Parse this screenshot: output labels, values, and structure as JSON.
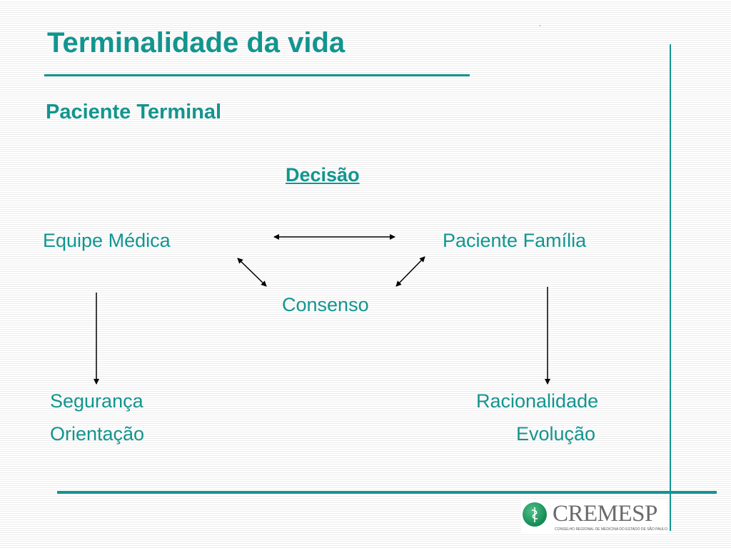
{
  "slide": {
    "title": "Terminalidade da vida",
    "subtitle": "Paciente Terminal",
    "decision_heading": "Decisão",
    "left_party": "Equipe Médica",
    "right_party": "Paciente Família",
    "center_outcome": "Consenso",
    "left_outcomes": [
      "Segurança",
      "Orientação"
    ],
    "right_outcomes": [
      "Racionalidade",
      "Evolução"
    ]
  },
  "logo": {
    "name": "CREMESP",
    "tagline": "CONSELHO REGIONAL DE MEDICINA DO ESTADO DE SÃO PAULO",
    "emblem_icon": "caduceus-icon"
  },
  "colors": {
    "accent": "#12958f",
    "arrow": "#000000",
    "logo_green": "#1a9a5c",
    "logo_text": "#6b6b6b"
  }
}
